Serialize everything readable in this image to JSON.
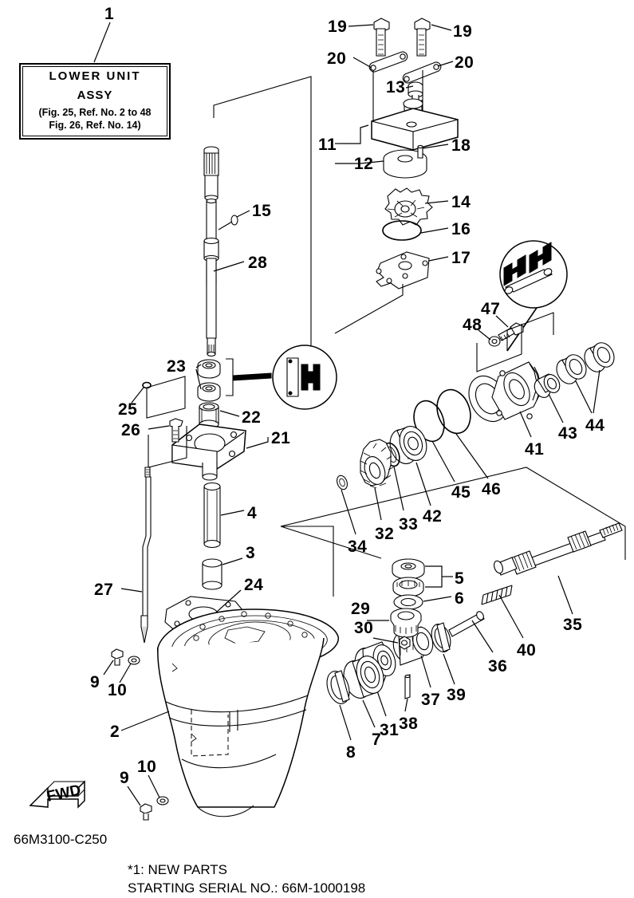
{
  "document": {
    "drawing_number": "66M3100-C250",
    "title_block": {
      "line1": "LOWER UNIT",
      "line2": "ASSY",
      "line3": "(Fig. 25, Ref. No. 2 to 48",
      "line4": "Fig. 26, Ref. No. 14)"
    },
    "notes": {
      "line1": "*1: NEW PARTS",
      "line2": "STARTING SERIAL NO.: 66M-1000198"
    },
    "orientation_marker": "FWD"
  },
  "callouts": {
    "c1": "1",
    "c2": "2",
    "c3": "3",
    "c4": "4",
    "c5": "5",
    "c6": "6",
    "c7": "7",
    "c8": "8",
    "c9a": "9",
    "c9b": "9",
    "c10a": "10",
    "c10b": "10",
    "c11": "11",
    "c12": "12",
    "c13": "13",
    "c14": "14",
    "c15": "15",
    "c16": "16",
    "c17": "17",
    "c18": "18",
    "c19a": "19",
    "c19b": "19",
    "c20a": "20",
    "c20b": "20",
    "c21": "21",
    "c22": "22",
    "c23": "23",
    "c24": "24",
    "c25": "25",
    "c26": "26",
    "c27": "27",
    "c28": "28",
    "c29": "29",
    "c30": "30",
    "c31": "31",
    "c32": "32",
    "c33": "33",
    "c34": "34",
    "c35": "35",
    "c36": "36",
    "c37": "37",
    "c38": "38",
    "c39": "39",
    "c40": "40",
    "c41": "41",
    "c42": "42",
    "c43": "43",
    "c44": "44",
    "c45": "45",
    "c46": "46",
    "c47": "47",
    "c48": "48"
  },
  "colors": {
    "line": "#000000",
    "background": "#ffffff"
  }
}
